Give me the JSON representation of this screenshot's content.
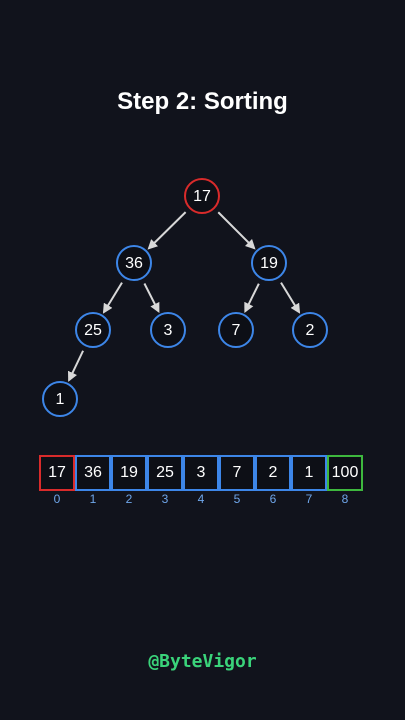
{
  "title": "Step 2: Sorting",
  "colors": {
    "background": "#11131c",
    "node_border": "#3d86e8",
    "current_border": "#d92b2b",
    "sorted_border": "#3eb83e",
    "edge": "#d8d8d8",
    "index_text": "#6fa6ea",
    "watermark": "#3ad37a"
  },
  "tree": {
    "nodes": [
      {
        "id": "n0",
        "value": "17",
        "state": "current"
      },
      {
        "id": "n1",
        "value": "36",
        "state": "normal"
      },
      {
        "id": "n2",
        "value": "19",
        "state": "normal"
      },
      {
        "id": "n3",
        "value": "25",
        "state": "normal"
      },
      {
        "id": "n4",
        "value": "3",
        "state": "normal"
      },
      {
        "id": "n5",
        "value": "7",
        "state": "normal"
      },
      {
        "id": "n6",
        "value": "2",
        "state": "normal"
      },
      {
        "id": "n7",
        "value": "1",
        "state": "normal"
      }
    ],
    "edges": [
      [
        "n0",
        "n1"
      ],
      [
        "n0",
        "n2"
      ],
      [
        "n1",
        "n3"
      ],
      [
        "n1",
        "n4"
      ],
      [
        "n2",
        "n5"
      ],
      [
        "n2",
        "n6"
      ],
      [
        "n3",
        "n7"
      ]
    ]
  },
  "array": {
    "cells": [
      {
        "value": "17",
        "index": "0",
        "state": "current"
      },
      {
        "value": "36",
        "index": "1",
        "state": "normal"
      },
      {
        "value": "19",
        "index": "2",
        "state": "normal"
      },
      {
        "value": "25",
        "index": "3",
        "state": "normal"
      },
      {
        "value": "3",
        "index": "4",
        "state": "normal"
      },
      {
        "value": "7",
        "index": "5",
        "state": "normal"
      },
      {
        "value": "2",
        "index": "6",
        "state": "normal"
      },
      {
        "value": "1",
        "index": "7",
        "state": "normal"
      },
      {
        "value": "100",
        "index": "8",
        "state": "sorted"
      }
    ]
  },
  "watermark": "@ByteVigor"
}
